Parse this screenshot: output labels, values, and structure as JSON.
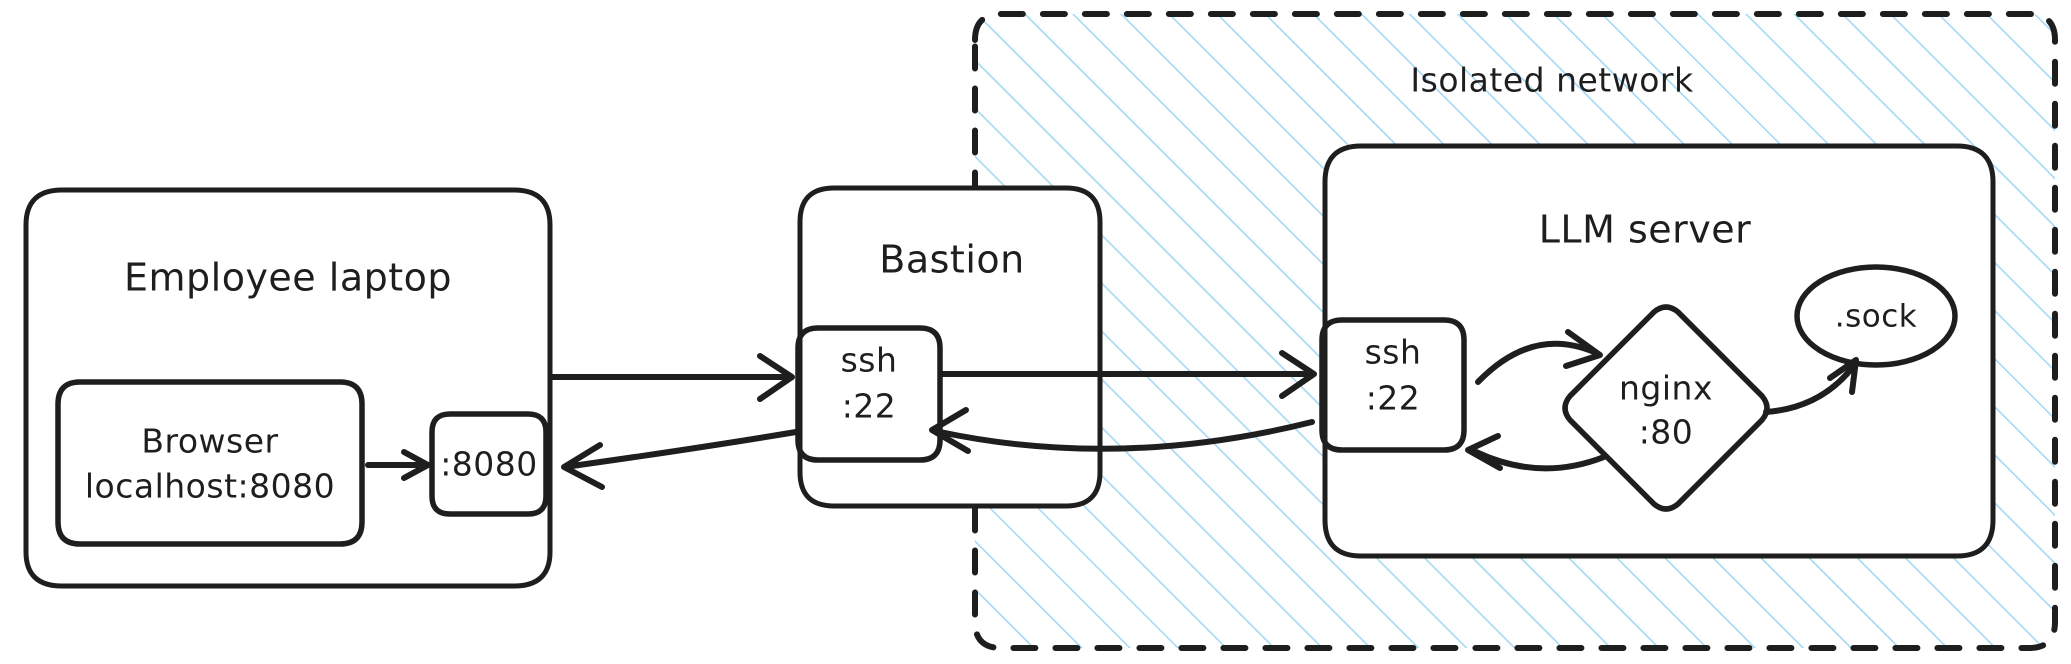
{
  "diagram": {
    "title_visible": false,
    "background": "#ffffff",
    "zone": {
      "label": "Isolated network",
      "style": "dashed-hatched",
      "hatch_color": "#a5d8f3",
      "border_color": "#1e1e1e"
    },
    "groups": [
      {
        "id": "employee-laptop",
        "label": "Employee laptop"
      },
      {
        "id": "bastion",
        "label": "Bastion"
      },
      {
        "id": "llm-server",
        "label": "LLM server"
      }
    ],
    "nodes": [
      {
        "id": "browser",
        "label_line1": "Browser",
        "label_line2": "localhost:8080",
        "color": "#ffd8a8",
        "shape": "rounded-rect",
        "group": "employee-laptop"
      },
      {
        "id": "laptop-port",
        "label_line1": ":8080",
        "label_line2": "",
        "color": "#b2f2bb",
        "shape": "rounded-rect",
        "group": "employee-laptop"
      },
      {
        "id": "bastion-ssh",
        "label_line1": "ssh",
        "label_line2": ":22",
        "color": "#b2f2bb",
        "shape": "rounded-rect",
        "group": "bastion"
      },
      {
        "id": "llm-ssh",
        "label_line1": "ssh",
        "label_line2": ":22",
        "color": "#b2f2bb",
        "shape": "rounded-rect",
        "group": "llm-server"
      },
      {
        "id": "nginx",
        "label_line1": "nginx",
        "label_line2": ":80",
        "color": "#ffec99",
        "shape": "diamond",
        "group": "llm-server"
      },
      {
        "id": "sock",
        "label_line1": ".sock",
        "label_line2": "",
        "color": "#ffc9c9",
        "shape": "ellipse",
        "group": "llm-server"
      }
    ],
    "edges": [
      {
        "id": "browser-to-port",
        "from": "browser",
        "to": "laptop-port",
        "label": ""
      },
      {
        "id": "laptop-to-bastion-ssh",
        "from": "laptop-port",
        "to": "bastion-ssh",
        "label": ""
      },
      {
        "id": "bastion-to-laptop-port",
        "from": "bastion-ssh",
        "to": "laptop-port",
        "label": ""
      },
      {
        "id": "bastion-to-llm-ssh",
        "from": "bastion-ssh",
        "to": "llm-ssh",
        "label": ""
      },
      {
        "id": "llm-to-bastion",
        "from": "llm-ssh",
        "to": "bastion-ssh",
        "label": ""
      },
      {
        "id": "llm-ssh-to-nginx",
        "from": "llm-ssh",
        "to": "nginx",
        "label": ""
      },
      {
        "id": "nginx-to-llm-ssh",
        "from": "nginx",
        "to": "llm-ssh",
        "label": ""
      },
      {
        "id": "nginx-to-sock",
        "from": "nginx",
        "to": "sock",
        "label": ""
      }
    ]
  }
}
